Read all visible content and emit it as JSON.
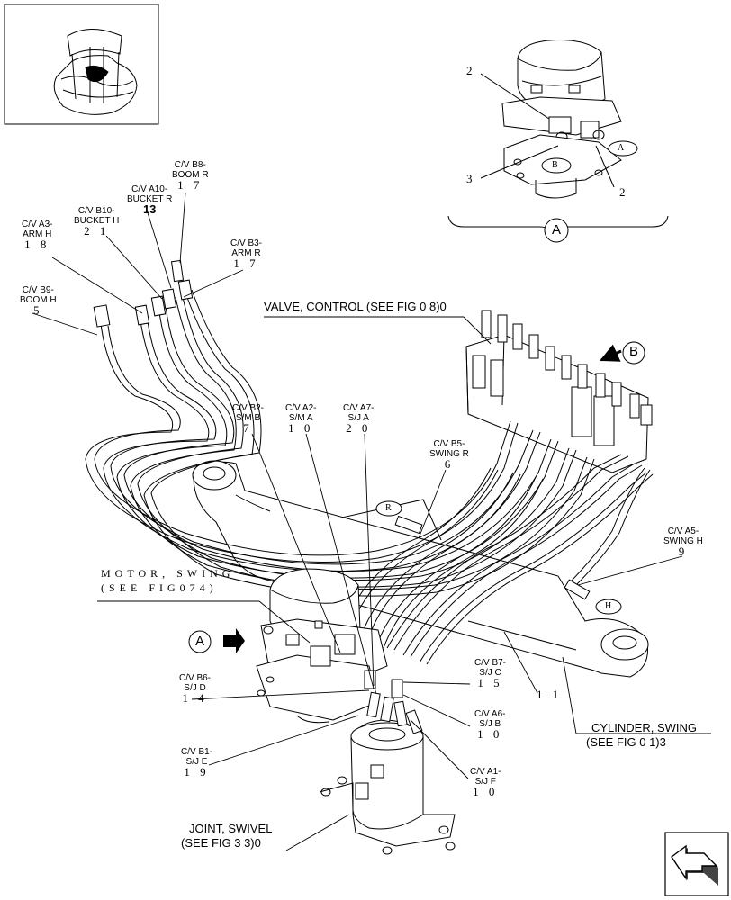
{
  "figure_labels": {
    "cv_b8": {
      "name": "C/V B8-",
      "sub": "BOOM R",
      "num": "1 7"
    },
    "cv_a10": {
      "name": "C/V A10-",
      "sub": "BUCKET R",
      "num": "13"
    },
    "cv_b10": {
      "name": "C/V B10-",
      "sub": "BUCKET H",
      "num": "2 1"
    },
    "cv_a3": {
      "name": "C/V A3-",
      "sub": "ARM H",
      "num": "1 8"
    },
    "cv_b3": {
      "name": "C/V B3-",
      "sub": "ARM R",
      "num": "1 7"
    },
    "cv_b9": {
      "name": "C/V B9-",
      "sub": "BOOM H",
      "num": "5"
    },
    "cv_b2": {
      "name": "C/V B2-",
      "sub": "S/M B",
      "num": "7"
    },
    "cv_a2": {
      "name": "C/V A2-",
      "sub": "S/M A",
      "num": "1 0"
    },
    "cv_a7": {
      "name": "C/V A7-",
      "sub": "S/J A",
      "num": "2 0"
    },
    "cv_b5": {
      "name": "C/V B5-",
      "sub": "SWING R",
      "num": "6"
    },
    "cv_a5": {
      "name": "C/V A5-",
      "sub": "SWING H",
      "num": "9"
    },
    "cv_b6": {
      "name": "C/V B6-",
      "sub": "S/J D",
      "num": "1 4"
    },
    "cv_b7": {
      "name": "C/V B7-",
      "sub": "S/J C",
      "num": "1 5"
    },
    "cv_a6": {
      "name": "C/V A6-",
      "sub": "S/J B",
      "num": "1 0"
    },
    "cv_b1": {
      "name": "C/V B1-",
      "sub": "S/J E",
      "num": "1 9"
    },
    "cv_a1": {
      "name": "C/V A1-",
      "sub": "S/J F",
      "num": "1 0"
    }
  },
  "callouts": {
    "valve_control": "VALVE, CONTROL (SEE FIG 0 8)0",
    "motor_swing_1": "MOTOR, SWING",
    "motor_swing_2": "(SEE FIG074)",
    "cylinder_swing_1": "CYLINDER, SWING",
    "cylinder_swing_2": "(SEE FIG 0 1)3",
    "joint_swivel_1": "JOINT, SWIVEL",
    "joint_swivel_2": "(SEE FIG 3 3)0",
    "item_11": "1 1"
  },
  "detail": {
    "circle_A": "A",
    "circle_B": "B",
    "small_A": "A",
    "small_B": "B",
    "small_R": "R",
    "small_H": "H",
    "num_2a": "2",
    "num_2b": "2",
    "num_3": "3",
    "motor_marker": "A"
  },
  "icons": {
    "thumbnail": "machine-overview-thumbnail",
    "navigation": "next-page-arrow-icon"
  },
  "colors": {
    "line": "#000000",
    "background": "#ffffff",
    "nav_shadow": "#444444"
  }
}
